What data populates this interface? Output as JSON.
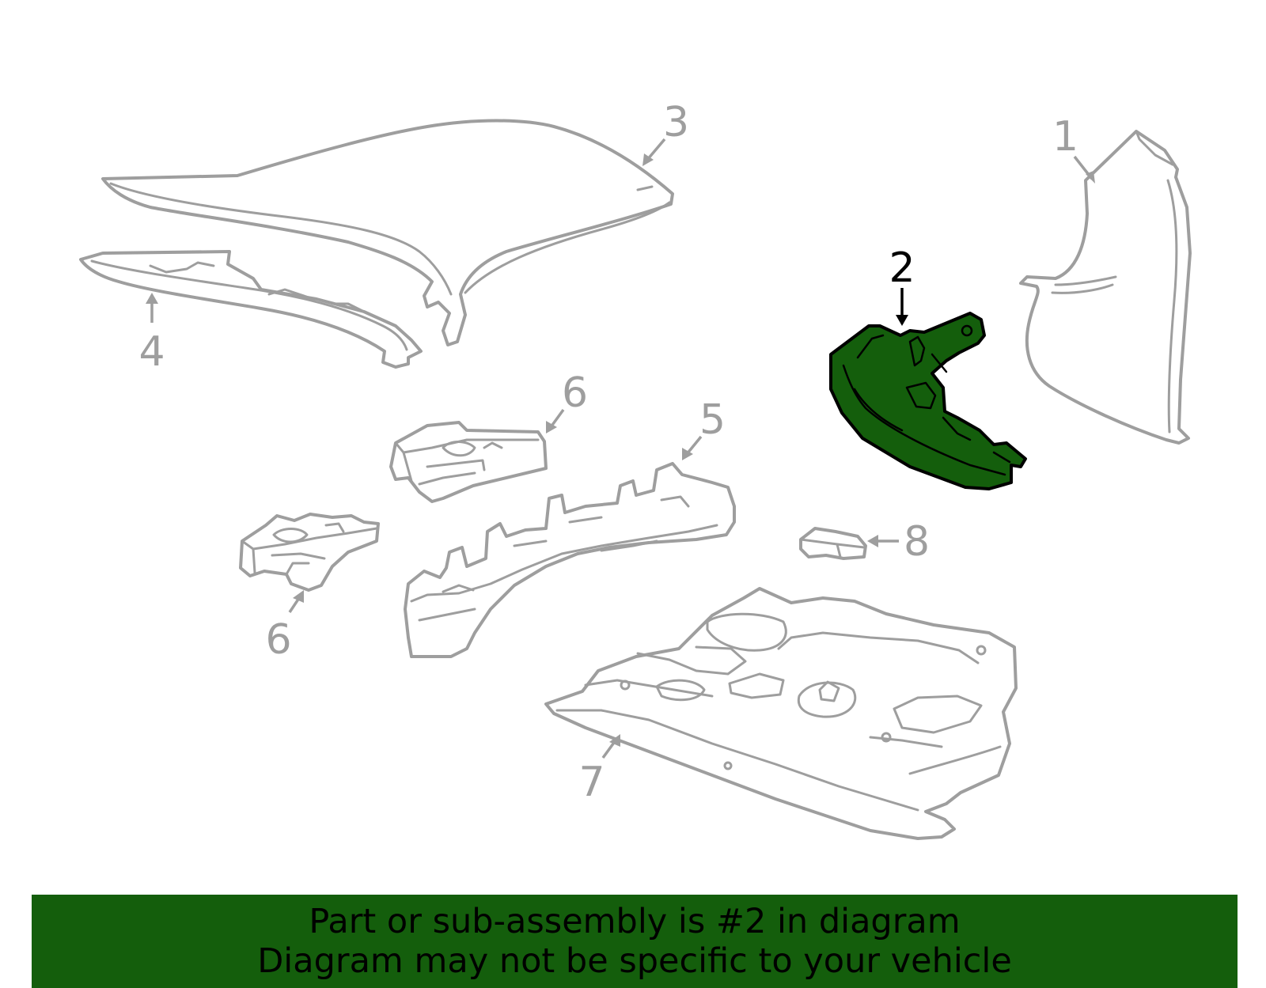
{
  "colors": {
    "highlight": "#145e0c",
    "part_line": "#9e9e9e",
    "callout_dim": "#9e9e9e",
    "callout_active": "#000000",
    "banner_bg": "#145e0c",
    "banner_text": "#000000",
    "background": "#ffffff"
  },
  "highlighted_callout": "2",
  "callouts": [
    {
      "id": "1",
      "label": "1"
    },
    {
      "id": "2",
      "label": "2"
    },
    {
      "id": "3",
      "label": "3"
    },
    {
      "id": "4",
      "label": "4"
    },
    {
      "id": "5",
      "label": "5"
    },
    {
      "id": "6a",
      "label": "6"
    },
    {
      "id": "6b",
      "label": "6"
    },
    {
      "id": "7",
      "label": "7"
    },
    {
      "id": "8",
      "label": "8"
    }
  ],
  "banner": {
    "line1": "Part or sub-assembly is #2 in diagram",
    "line2": "Diagram may not be specific to your vehicle"
  }
}
